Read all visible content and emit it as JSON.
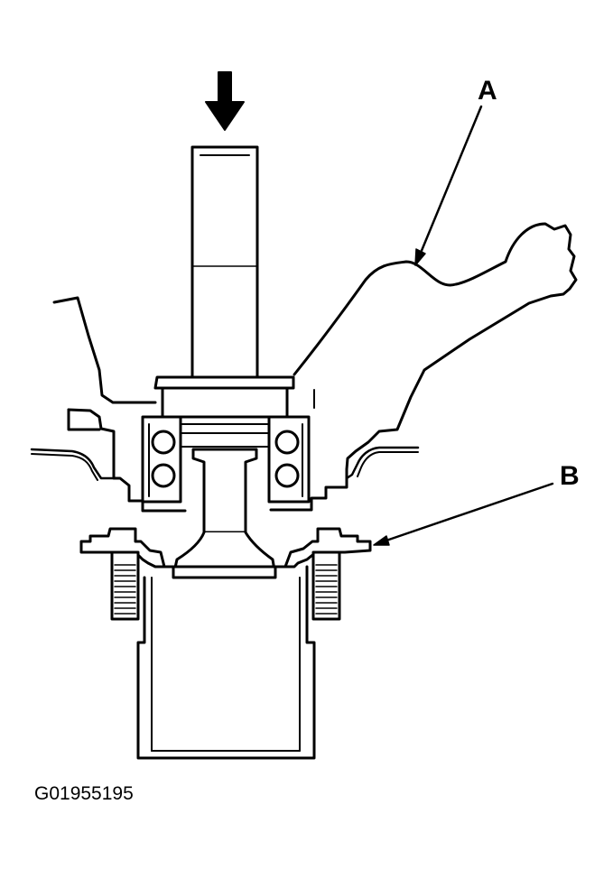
{
  "labels": {
    "a": "A",
    "b": "B"
  },
  "figure_code": "G01955195",
  "icons": {
    "press_direction": "down-arrow-icon"
  },
  "colors": {
    "ink": "#000000",
    "paper": "#ffffff"
  }
}
